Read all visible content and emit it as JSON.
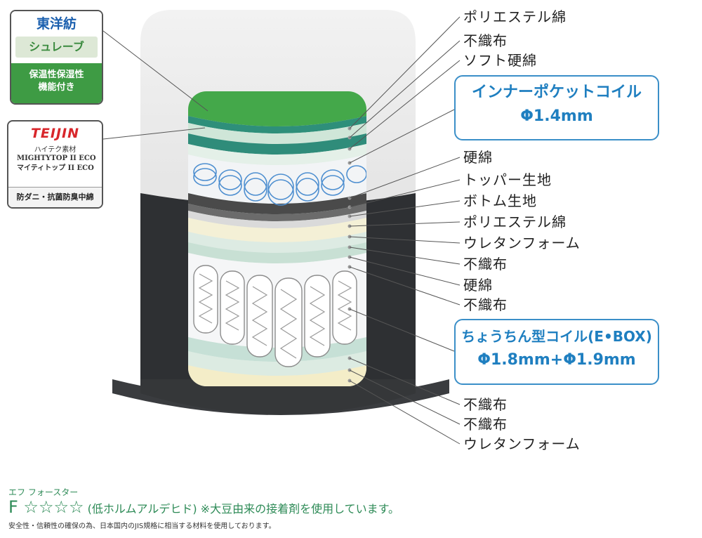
{
  "layers_top": [
    "ポリエステル綿",
    "不織布",
    "ソフト硬綿"
  ],
  "coil1": {
    "name": "インナーポケットコイル",
    "spec": "Φ1.4mm"
  },
  "layers_mid": [
    "硬綿",
    "トッパー生地",
    "ボトム生地",
    "ポリエステル綿",
    "ウレタンフォーム",
    "不織布",
    "硬綿",
    "不織布"
  ],
  "coil2": {
    "name": "ちょうちん型コイル(E•BOX)",
    "spec": "Φ1.8mm+Φ1.9mm"
  },
  "layers_bottom": [
    "不織布",
    "不織布",
    "ウレタンフォーム"
  ],
  "badge_toyobo": {
    "brand": "東洋紡",
    "product": "シュレーブ",
    "feature": "保温性保湿性\n機能付き"
  },
  "badge_teijin": {
    "brand": "TEIJIN",
    "sub": "ハイテク素材",
    "product1": "MIGHTYTOP II ECO",
    "product2": "マイティトップ II ECO",
    "feature": "防ダニ・抗菌防臭中綿"
  },
  "footer": {
    "ruby": "エフ フォースター",
    "grade": "F ☆☆☆☆",
    "grade_note": "(低ホルムアルデヒド) ※大豆由来の接着剤を使用しています。",
    "disclaimer": "安全性・信頼性の確保の為、日本国内のJIS規格に相当する材料を使用しております。"
  },
  "colors": {
    "accent_blue": "#1f7fc0",
    "green": "#3e9b44",
    "footer_green": "#2e8b57"
  }
}
